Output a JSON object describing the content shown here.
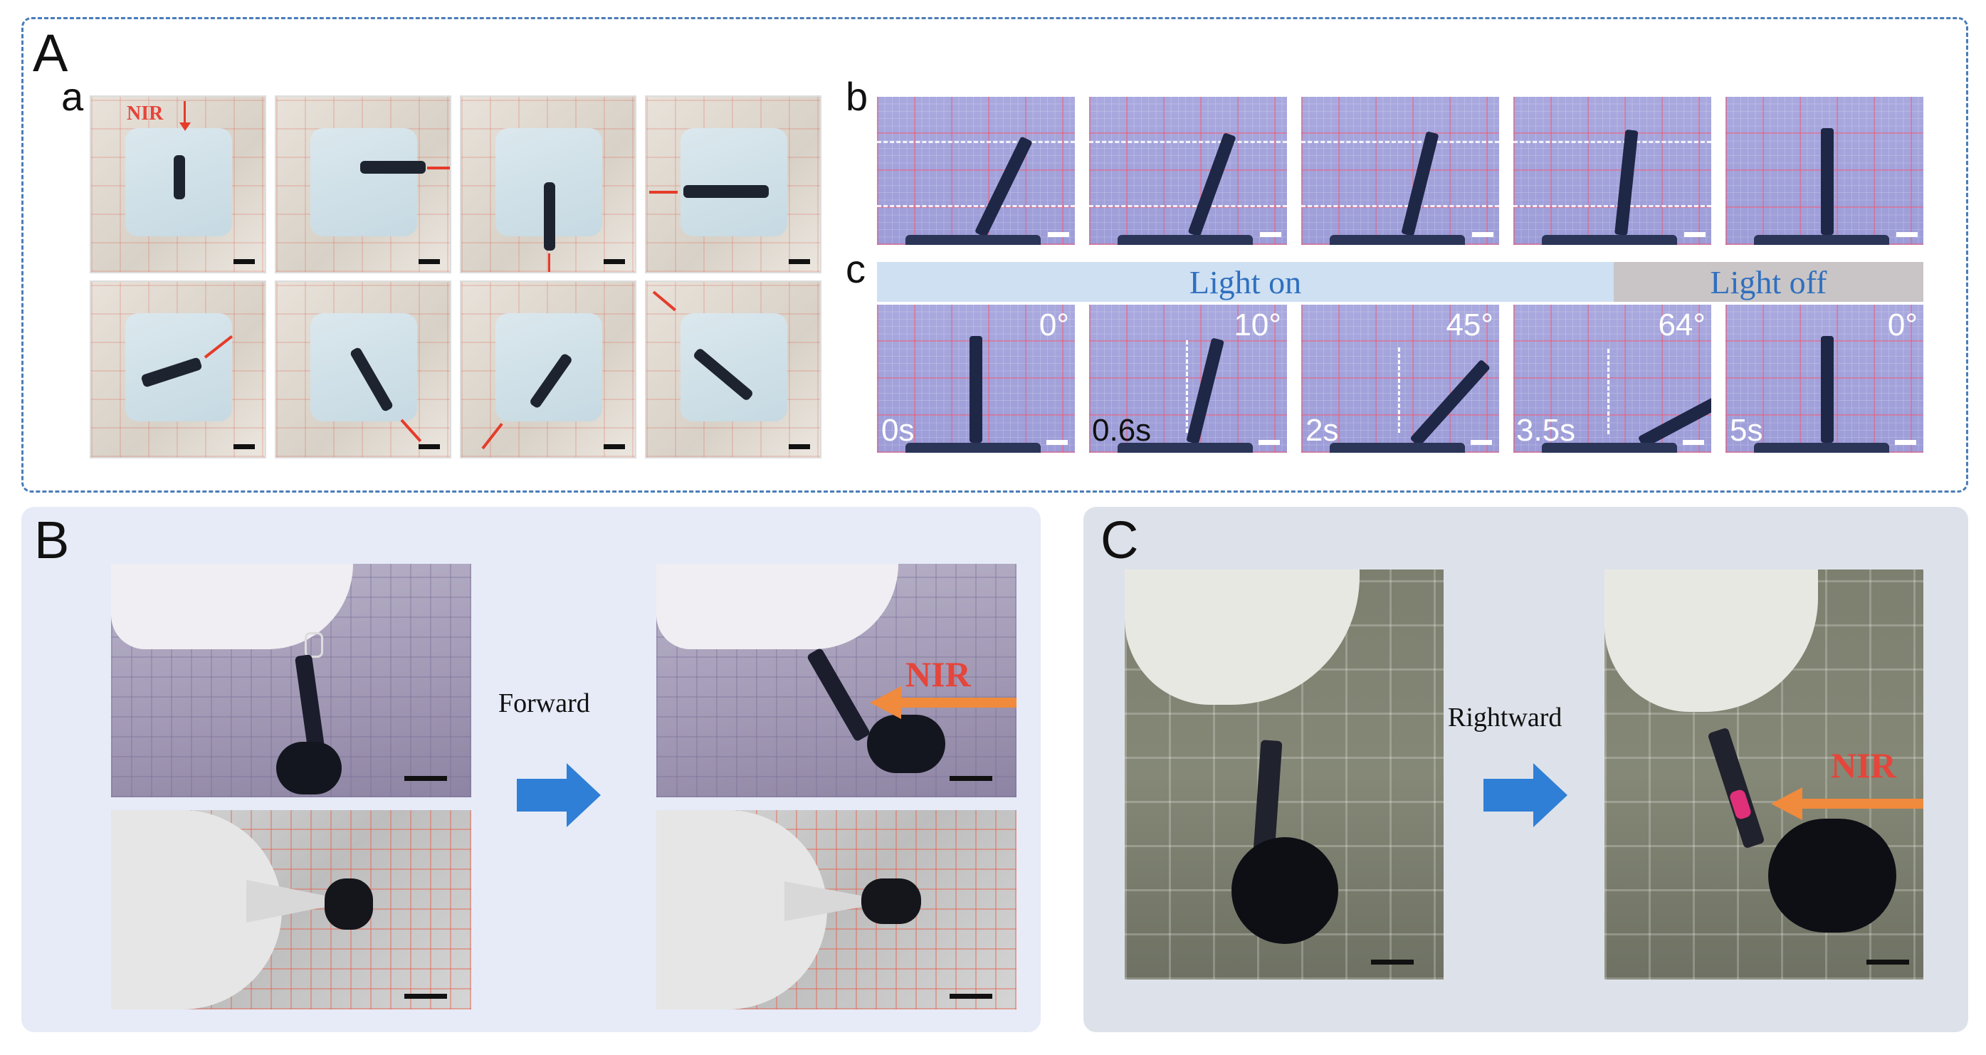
{
  "panels": {
    "A": {
      "letter": "A",
      "a": {
        "letter": "a",
        "nir_label": "NIR"
      },
      "b": {
        "letter": "b"
      },
      "c": {
        "letter": "c",
        "banner_on": "Light on",
        "banner_off": "Light off",
        "times": [
          "0s",
          "0.6s",
          "2s",
          "3.5s",
          "5s"
        ],
        "angles": [
          "0°",
          "10°",
          "45°",
          "64°",
          "0°"
        ]
      }
    },
    "B": {
      "letter": "B",
      "caption": "Forward",
      "nir_label": "NIR"
    },
    "C": {
      "letter": "C",
      "caption": "Rightward",
      "nir_label": "NIR"
    }
  },
  "colors": {
    "dashed_border": "#4a7cb8",
    "panel_B_bg": "#e6ebf7",
    "panel_C_bg": "#dde2ea",
    "arrow_blue": "#2f7fd6",
    "nir_red": "#e5453a",
    "nir_arrow_orange": "#f08a3c",
    "banner_on_bg": "#cfe0f2",
    "banner_off_bg": "#c9c5c6"
  }
}
